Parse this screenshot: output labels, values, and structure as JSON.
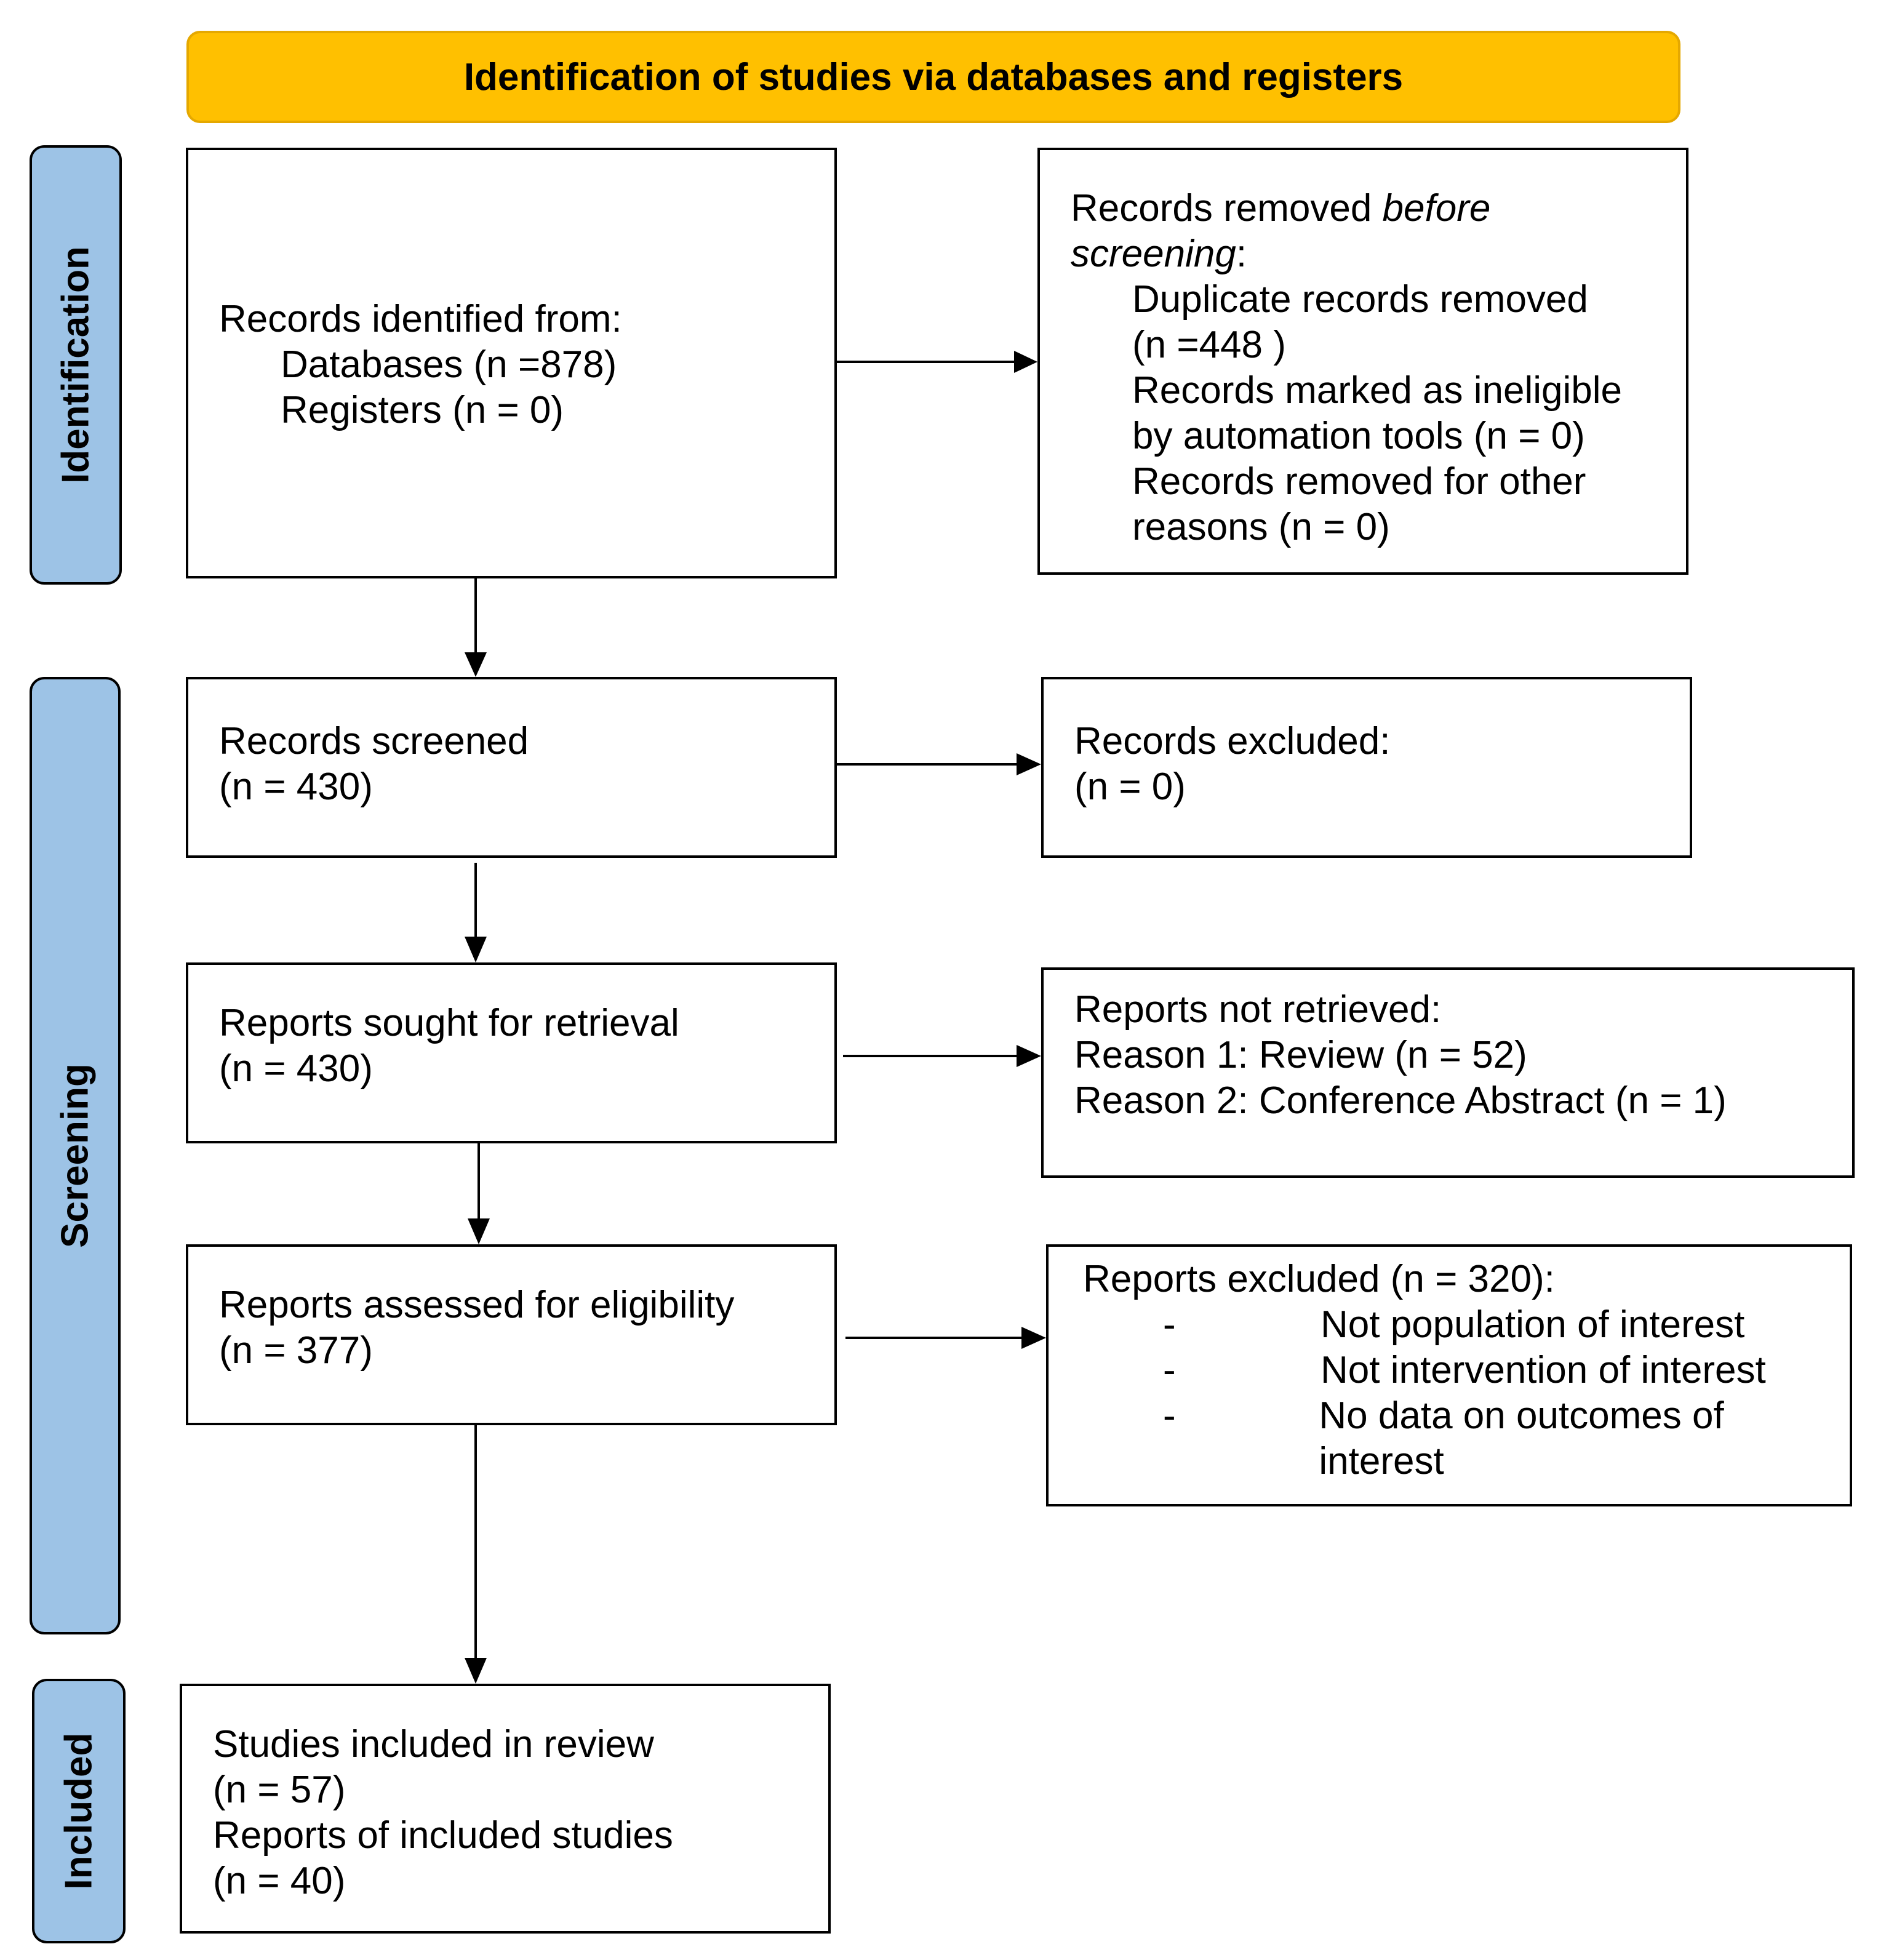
{
  "header": {
    "title": "Identification of studies via databases and registers"
  },
  "phases": {
    "identification": "Identification",
    "screening": "Screening",
    "included": "Included"
  },
  "identified": {
    "heading": "Records identified from:",
    "databases": "Databases (n =878)",
    "registers": "Registers (n = 0)"
  },
  "removed": {
    "heading_plain": "Records removed ",
    "heading_italic_1": "before",
    "heading_italic_2": "screening",
    "heading_colon": ":",
    "line1": "Duplicate records removed",
    "line2": "(n =448 )",
    "line3": "Records marked as ineligible",
    "line4": "by automation tools (n = 0)",
    "line5": "Records removed for other",
    "line6": "reasons (n = 0)"
  },
  "screened": {
    "line1": "Records screened",
    "line2": "(n = 430)"
  },
  "excluded": {
    "line1": "Records excluded:",
    "line2": "(n = 0)"
  },
  "sought": {
    "line1": "Reports sought for retrieval",
    "line2": "(n = 430)"
  },
  "not_retrieved": {
    "line1": "Reports not retrieved:",
    "line2": "Reason 1: Review (n = 52)",
    "line3": "Reason 2: Conference Abstract (n = 1)"
  },
  "assessed": {
    "line1": "Reports assessed for eligibility",
    "line2": "(n = 377)"
  },
  "reports_excluded": {
    "heading": "Reports excluded (n = 320):",
    "dash": "-",
    "items": [
      "Not population of interest",
      "Not intervention of interest",
      "No data on outcomes of interest"
    ]
  },
  "included": {
    "line1": "Studies included in review",
    "line2": "(n = 57)",
    "line3": "Reports of included studies",
    "line4": "(n = 40)"
  }
}
